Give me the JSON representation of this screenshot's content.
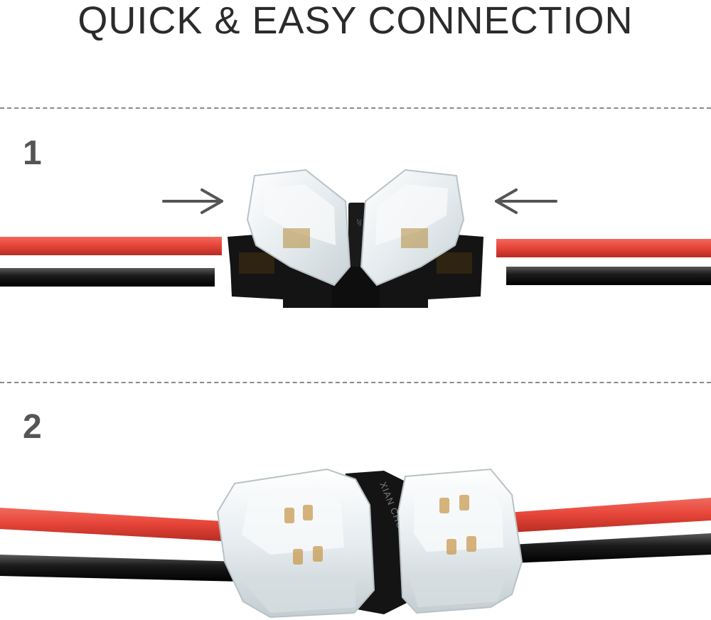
{
  "header": {
    "title": "QUICK & EASY CONNECTION"
  },
  "steps": [
    {
      "number": "1"
    },
    {
      "number": "2"
    }
  ],
  "connector": {
    "imprint": "XIAN CHONG"
  },
  "colors": {
    "red_wire": "#e8463a",
    "black_wire": "#1c1c1c",
    "clear_body": "#eef2f4",
    "base": "#141414",
    "arrow": "#555555",
    "divider": "#8a8a8a",
    "step_number": "#555555"
  }
}
